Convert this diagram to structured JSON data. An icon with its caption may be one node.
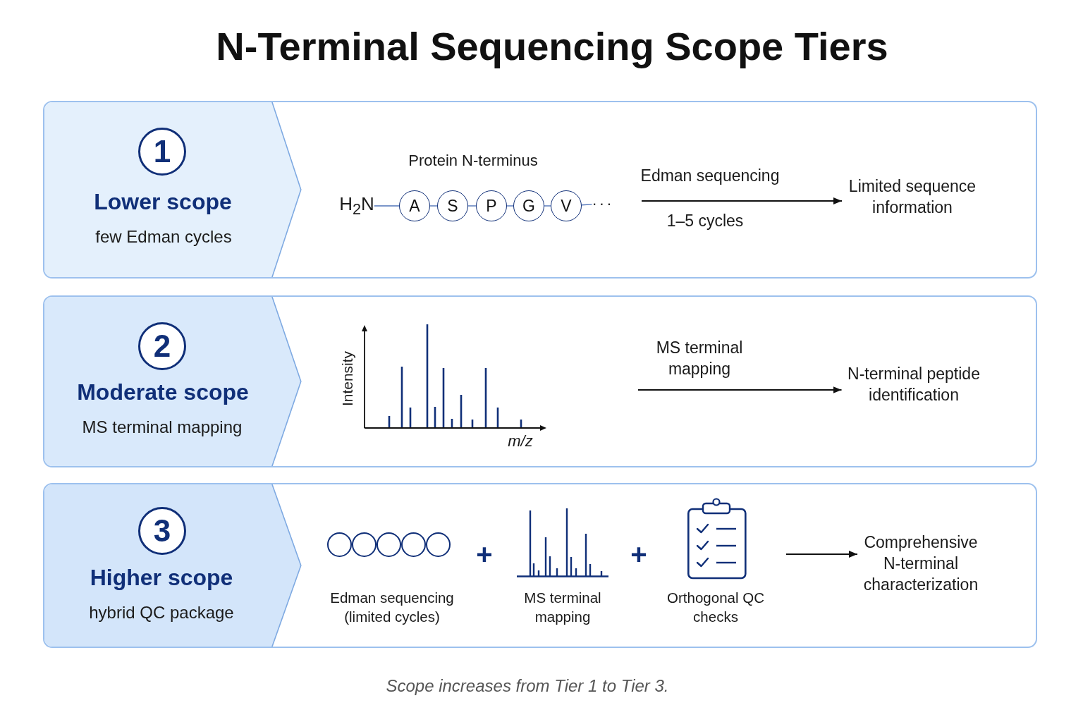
{
  "diagram": {
    "title": "N-Terminal Sequencing Scope Tiers",
    "caption": "Scope increases from Tier 1 to Tier 3.",
    "nodes": [
      {
        "text": [],
        "shape": "box"
      },
      {
        "text": [
          "Lower scope",
          "few Edman cycles"
        ],
        "in": 0
      },
      {
        "text": [
          "1"
        ],
        "in": 1
      },
      {
        "text": [
          "H$_{2}$N"
        ],
        "in": 0
      },
      {
        "text": [
          "A"
        ],
        "in": 0
      },
      {
        "text": [
          "S"
        ],
        "in": 0
      },
      {
        "text": [
          "P"
        ],
        "in": 0
      },
      {
        "text": [
          "G"
        ],
        "in": 0
      },
      {
        "text": [
          "V"
        ],
        "in": 0
      },
      {
        "text": [
          "···"
        ],
        "in": 0
      },
      {
        "text": [
          "Limited sequence information"
        ],
        "in": 0
      },
      {
        "text": [],
        "shape": "box"
      },
      {
        "text": [
          "Moderate scope",
          "MS terminal mapping"
        ],
        "in": 11
      },
      {
        "text": [
          "2"
        ],
        "in": 12
      },
      {
        "text": [
          "N-terminal peptide identification"
        ],
        "in": 11
      },
      {
        "text": [],
        "shape": "box"
      },
      {
        "text": [
          "Higher scope",
          "hybrid QC package"
        ],
        "in": 15
      },
      {
        "text": [
          "3"
        ],
        "in": 16
      },
      {
        "text": [],
        "shape": "circle",
        "in": 15
      },
      {
        "text": [],
        "shape": "circle",
        "in": 15
      },
      {
        "text": [],
        "shape": "circle",
        "in": 15
      },
      {
        "text": [],
        "shape": "circle",
        "in": 15
      },
      {
        "text": [],
        "shape": "circle",
        "in": 15
      },
      {
        "text": [
          "Comprehensive N-terminal characterization"
        ],
        "in": 15
      }
    ],
    "edges": [
      {
        "from": 3,
        "to": 4,
        "arrow": "none"
      },
      {
        "from": 4,
        "to": 5,
        "arrow": "none"
      },
      {
        "from": 5,
        "to": 6,
        "arrow": "none"
      },
      {
        "from": 6,
        "to": 7,
        "arrow": "none"
      },
      {
        "from": 7,
        "to": 8,
        "arrow": "none"
      },
      {
        "from": 8,
        "to": 9,
        "arrow": "none"
      },
      {
        "from": null,
        "to": 10,
        "arrow": "to",
        "label": "Edman sequencing",
        "color": "#111111"
      },
      {
        "from": null,
        "to": 14,
        "arrow": "to",
        "label": "MS terminal mapping",
        "color": "#111111"
      },
      {
        "from": null,
        "to": 23,
        "arrow": "to",
        "color": "#111111"
      }
    ],
    "labels": [
      "Protein N-terminus",
      "1–5 cycles",
      "Intensity",
      "m/z",
      "+",
      "+",
      "Edman sequencing (limited cycles)",
      "MS terminal mapping",
      "Orthogonal QC checks"
    ]
  }
}
